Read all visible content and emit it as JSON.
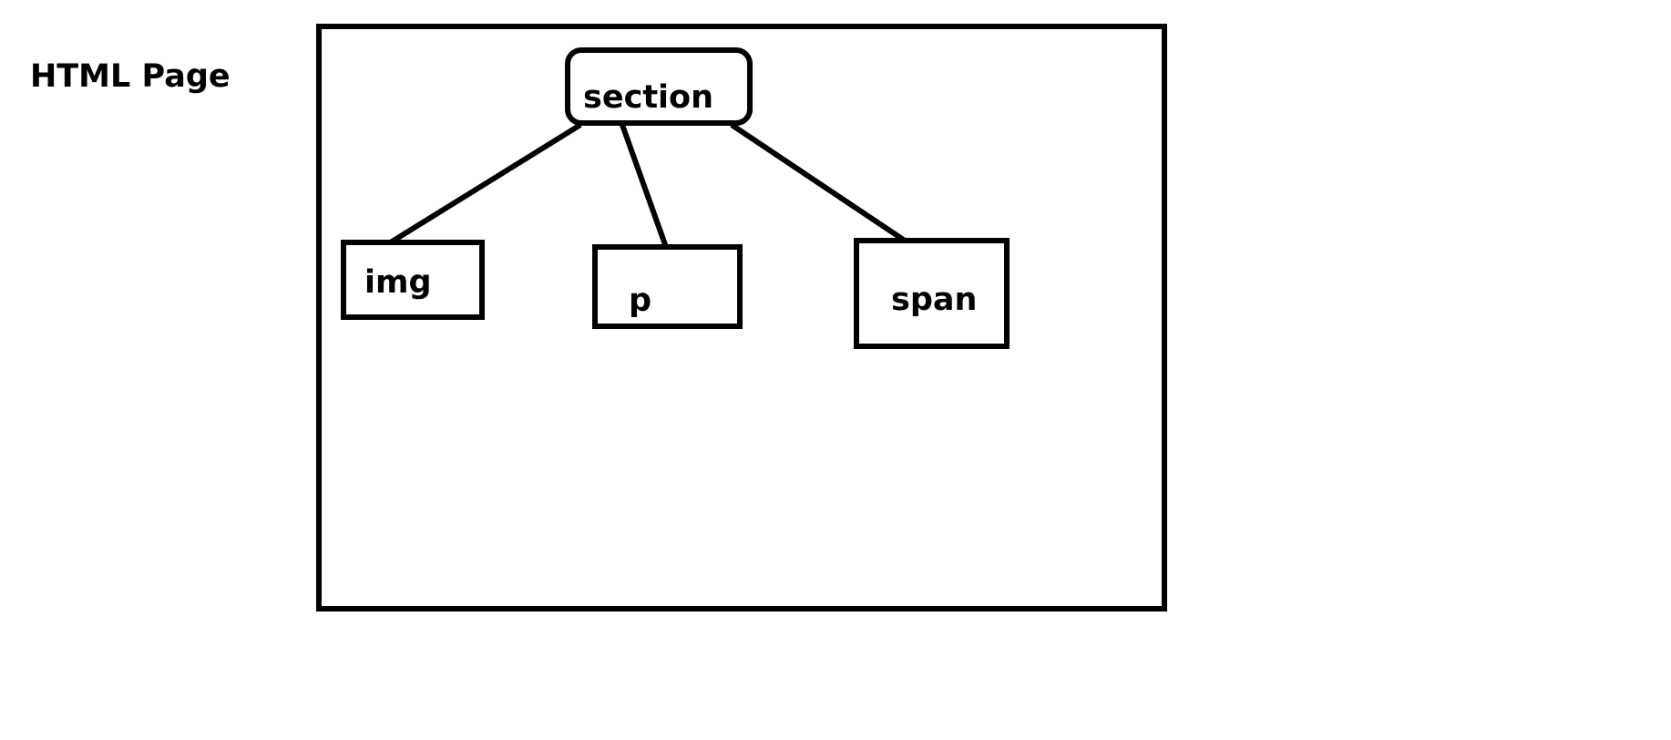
{
  "page_label": "HTML Page",
  "colors": {
    "stroke": "#000000",
    "background": "#ffffff"
  },
  "nodes": {
    "section": "section",
    "img": "img",
    "p": "p",
    "span": "span"
  }
}
